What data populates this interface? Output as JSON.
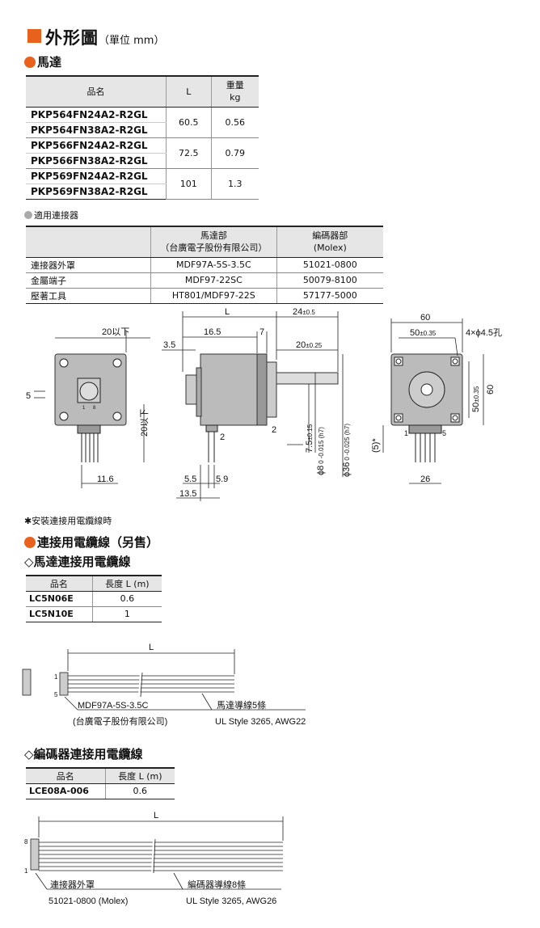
{
  "header": {
    "title": "外形圖",
    "unit_note": "（單位 mm）"
  },
  "motor": {
    "heading": "馬達",
    "cols": {
      "name": "品名",
      "length": "L",
      "weight_l1": "重量",
      "weight_l2": "kg"
    },
    "rows": [
      {
        "names": [
          "PKP564FN24A2-R2GL",
          "PKP564FN38A2-R2GL"
        ],
        "length": "60.5",
        "weight": "0.56"
      },
      {
        "names": [
          "PKP566FN24A2-R2GL",
          "PKP566FN38A2-R2GL"
        ],
        "length": "72.5",
        "weight": "0.79"
      },
      {
        "names": [
          "PKP569FN24A2-R2GL",
          "PKP569FN38A2-R2GL"
        ],
        "length": "101",
        "weight": "1.3"
      }
    ]
  },
  "connectors": {
    "heading": "適用連接器",
    "col_motor_l1": "馬達部",
    "col_motor_l2": "（台廣電子股份有限公司）",
    "col_enc_l1": "編碼器部",
    "col_enc_l2": "(Molex)",
    "rows": [
      {
        "label": "連接器外罩",
        "motor": "MDF97A-5S-3.5C",
        "encoder": "51021-0800"
      },
      {
        "label": "金屬端子",
        "motor": "MDF97-22SC",
        "encoder": "50079-8100"
      },
      {
        "label": "壓著工具",
        "motor": "HT801/MDF97-22S",
        "encoder": "57177-5000"
      }
    ]
  },
  "drawing": {
    "front_20max": "20以下",
    "front_5": "5",
    "front_20max_v": "20以下",
    "front_11_6": "11.6",
    "side_L": "L",
    "side_16_5": "16.5",
    "side_7": "7",
    "side_24": "24",
    "side_24_tol": "±0.5",
    "side_3_5": "3.5",
    "side_20": "20",
    "side_20_tol": "±0.25",
    "side_2a": "2",
    "side_2b": "2",
    "side_7_5": "7.5",
    "side_7_5_tol": "±0.15",
    "side_phi8": "ϕ8",
    "side_phi8_tol_upper": "0",
    "side_phi8_tol_lower": "-0.015 (h7)",
    "side_phi36": "ϕ36",
    "side_phi36_tol_upper": "0",
    "side_phi36_tol_lower": "-0.025 (h7)",
    "side_5_5": "5.5",
    "side_5_9": "5.9",
    "side_13_5": "13.5",
    "rear_60": "60",
    "rear_50": "50",
    "rear_50_tol": "±0.35",
    "rear_holes": "4×ϕ4.5孔",
    "rear_50v": "50",
    "rear_50v_tol": "±0.35",
    "rear_60v": "60",
    "rear_5": "(5)*",
    "rear_pin1": "1",
    "rear_pin5": "5",
    "rear_26": "26",
    "pin_1": "1",
    "pin_8": "8"
  },
  "footnote": "✱安裝連接用電纜線時",
  "cables": {
    "heading": "連接用電纜線（另售）",
    "motor_cable": {
      "heading": "◇馬達連接用電纜線",
      "col_name": "品名",
      "col_length": "長度 L (m)",
      "rows": [
        {
          "name": "LC5N06E",
          "length": "0.6"
        },
        {
          "name": "LC5N10E",
          "length": "1"
        }
      ],
      "label_L": "L",
      "pin_1": "1",
      "pin_5": "5",
      "conn_l1": "MDF97A-5S-3.5C",
      "conn_l2": "(台廣電子股份有限公司)",
      "wire_l1": "馬達導線5條",
      "wire_l2": "UL Style 3265, AWG22"
    },
    "encoder_cable": {
      "heading": "◇編碼器連接用電纜線",
      "col_name": "品名",
      "col_length": "長度 L (m)",
      "rows": [
        {
          "name": "LCE08A-006",
          "length": "0.6"
        }
      ],
      "label_L": "L",
      "pin_1": "1",
      "pin_8": "8",
      "conn_l1": "連接器外罩",
      "conn_l2": "51021-0800 (Molex)",
      "wire_l1": "編碼器導線8條",
      "wire_l2": "UL Style 3265, AWG26"
    }
  }
}
